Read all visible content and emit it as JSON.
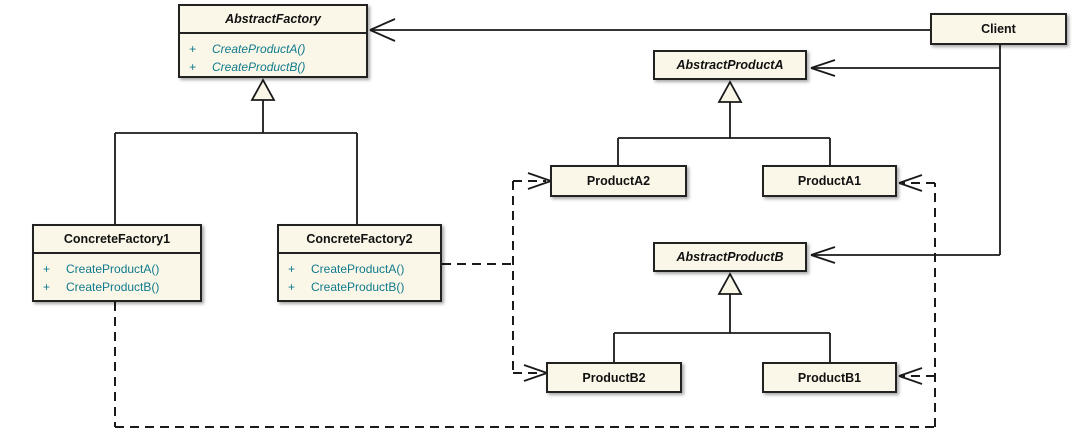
{
  "diagram_type": "uml-class-diagram",
  "colors": {
    "background": "#FFFFFF",
    "box_fill": "#FBF7E8",
    "box_border": "#222222",
    "title_text": "#111111",
    "method_text": "#0F7A8C",
    "line": "#1A1A1A"
  },
  "classes": {
    "abstract_factory": {
      "name": "AbstractFactory",
      "abstract": true,
      "methods": [
        {
          "visibility": "+",
          "name": "CreateProductA()"
        },
        {
          "visibility": "+",
          "name": "CreateProductB()"
        }
      ]
    },
    "client": {
      "name": "Client",
      "abstract": false
    },
    "abstract_product_a": {
      "name": "AbstractProductA",
      "abstract": true
    },
    "product_a2": {
      "name": "ProductA2",
      "abstract": false
    },
    "product_a1": {
      "name": "ProductA1",
      "abstract": false
    },
    "abstract_product_b": {
      "name": "AbstractProductB",
      "abstract": true
    },
    "product_b2": {
      "name": "ProductB2",
      "abstract": false
    },
    "product_b1": {
      "name": "ProductB1",
      "abstract": false
    },
    "concrete_factory_1": {
      "name": "ConcreteFactory1",
      "abstract": false,
      "methods": [
        {
          "visibility": "+",
          "name": "CreateProductA()"
        },
        {
          "visibility": "+",
          "name": "CreateProductB()"
        }
      ]
    },
    "concrete_factory_2": {
      "name": "ConcreteFactory2",
      "abstract": false,
      "methods": [
        {
          "visibility": "+",
          "name": "CreateProductA()"
        },
        {
          "visibility": "+",
          "name": "CreateProductB()"
        }
      ]
    }
  },
  "relationships": [
    {
      "type": "generalization",
      "from": "ConcreteFactory1",
      "to": "AbstractFactory"
    },
    {
      "type": "generalization",
      "from": "ConcreteFactory2",
      "to": "AbstractFactory"
    },
    {
      "type": "generalization",
      "from": "ProductA2",
      "to": "AbstractProductA"
    },
    {
      "type": "generalization",
      "from": "ProductA1",
      "to": "AbstractProductA"
    },
    {
      "type": "generalization",
      "from": "ProductB2",
      "to": "AbstractProductB"
    },
    {
      "type": "generalization",
      "from": "ProductB1",
      "to": "AbstractProductB"
    },
    {
      "type": "association-open-arrow",
      "from": "Client",
      "to": "AbstractFactory"
    },
    {
      "type": "association-open-arrow",
      "from": "Client",
      "to": "AbstractProductA"
    },
    {
      "type": "association-open-arrow",
      "from": "Client",
      "to": "AbstractProductB"
    },
    {
      "type": "dashed-dependency",
      "from": "ConcreteFactory2",
      "to": "ProductA2"
    },
    {
      "type": "dashed-dependency",
      "from": "ConcreteFactory2",
      "to": "ProductB2"
    },
    {
      "type": "dashed-dependency",
      "from": "ConcreteFactory1",
      "to": "ProductA1"
    },
    {
      "type": "dashed-dependency",
      "from": "ConcreteFactory1",
      "to": "ProductB1"
    }
  ]
}
